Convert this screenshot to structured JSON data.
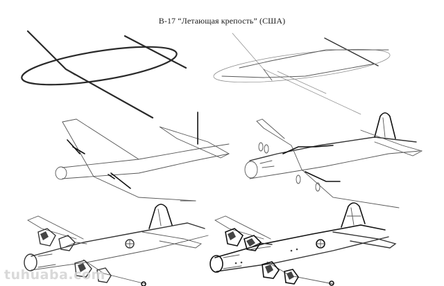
{
  "document": {
    "title": "B-17 “Летающая крепость” (США)",
    "watermark": "tuhuaba.com"
  },
  "steps": [
    {
      "name": "step-1",
      "icon": "pencil-sketch-axes"
    },
    {
      "name": "step-2",
      "icon": "pencil-sketch-outline"
    },
    {
      "name": "step-3",
      "icon": "pencil-sketch-frame"
    },
    {
      "name": "step-4",
      "icon": "pencil-sketch-engines"
    },
    {
      "name": "step-5",
      "icon": "pencil-sketch-detail"
    },
    {
      "name": "step-6",
      "icon": "pencil-sketch-final"
    }
  ]
}
